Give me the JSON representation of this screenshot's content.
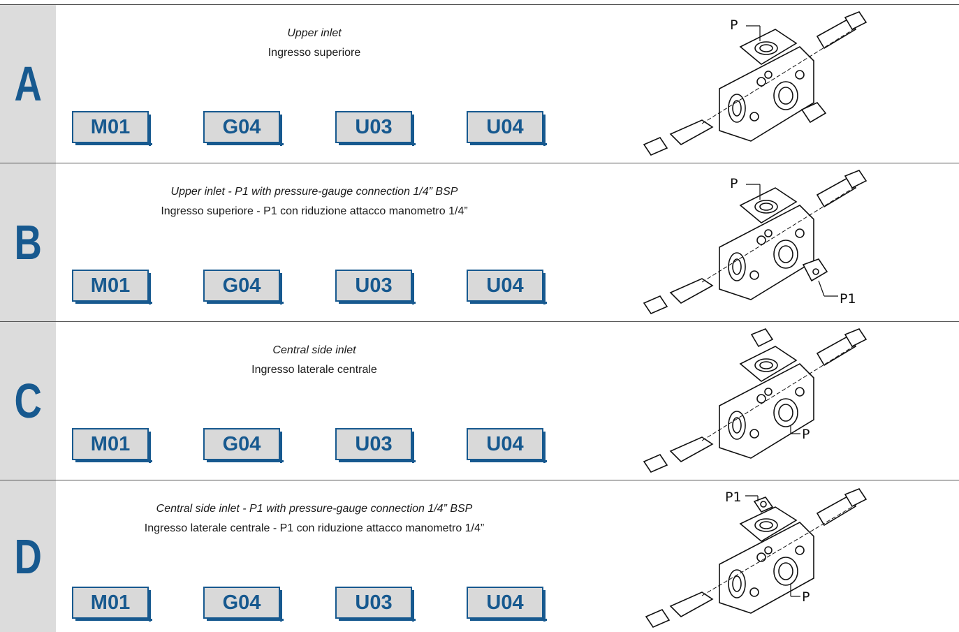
{
  "rows": [
    {
      "letter": "A",
      "desc_en": "Upper inlet",
      "desc_it": "Ingresso superiore",
      "codes": [
        "M01",
        "G04",
        "U03",
        "U04"
      ],
      "labels": [
        "P"
      ]
    },
    {
      "letter": "B",
      "desc_en": "Upper inlet - P1 with pressure-gauge connection 1/4” BSP",
      "desc_it": "Ingresso superiore - P1 con riduzione attacco manometro 1/4”",
      "codes": [
        "M01",
        "G04",
        "U03",
        "U04"
      ],
      "labels": [
        "P",
        "P1"
      ]
    },
    {
      "letter": "C",
      "desc_en": "Central side inlet",
      "desc_it": "Ingresso laterale centrale",
      "codes": [
        "M01",
        "G04",
        "U03",
        "U04"
      ],
      "labels": [
        "P"
      ]
    },
    {
      "letter": "D",
      "desc_en": "Central side inlet - P1 with pressure-gauge connection 1/4” BSP",
      "desc_it": "Ingresso laterale centrale - P1 con riduzione attacco manometro 1/4”",
      "codes": [
        "M01",
        "G04",
        "U03",
        "U04"
      ],
      "labels": [
        "P1",
        "P"
      ]
    }
  ],
  "colors": {
    "accent": "#17598f",
    "band": "#dcdcdc",
    "code_bg": "#d9d9d9"
  }
}
